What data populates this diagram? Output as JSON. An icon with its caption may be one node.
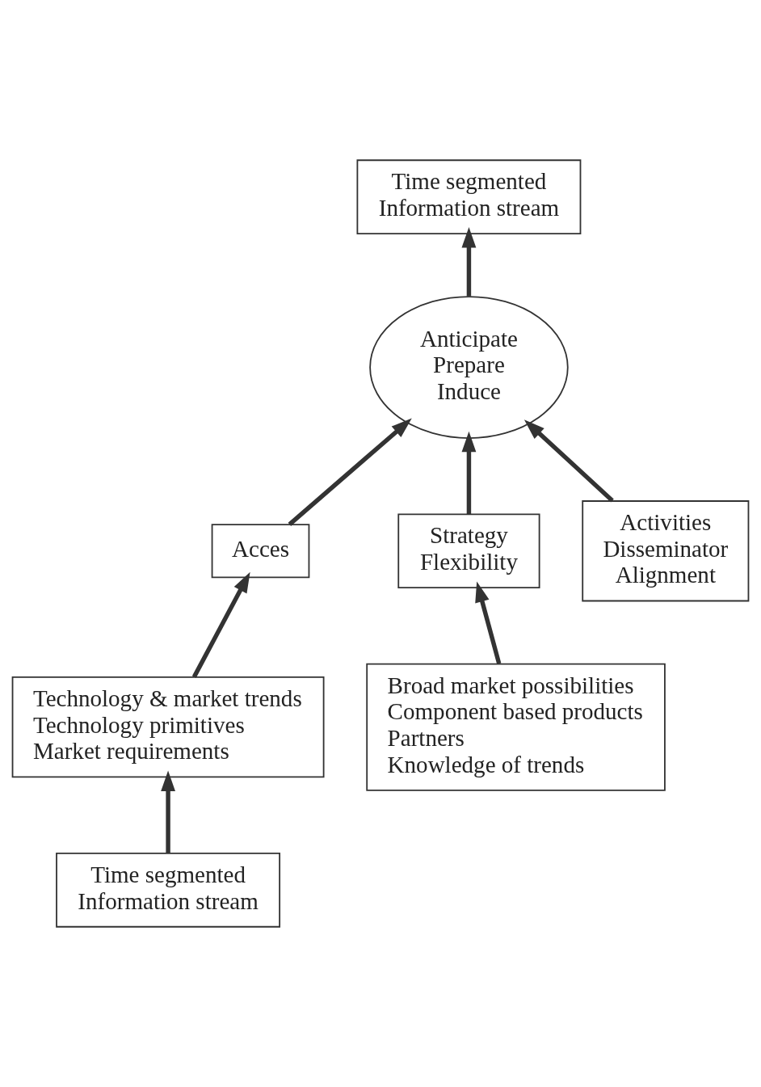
{
  "diagram": {
    "nodes": [
      {
        "text": [
          "Time segmented Information stream"
        ]
      },
      {
        "text": [
          "Anticipate",
          "Prepare",
          "Induce"
        ]
      },
      {
        "text": [
          "Acces"
        ]
      },
      {
        "text": [
          "Strategy",
          "Flexibility"
        ]
      },
      {
        "text": [
          "Activities",
          "Disseminator",
          "Alignment"
        ]
      },
      {
        "text": [
          "Technology & market trends",
          "Technology primitives",
          "Market requirements"
        ]
      },
      {
        "text": [
          "Broad market possibilities",
          "Component based products",
          "Partners",
          "Knowledge of trends"
        ]
      },
      {
        "text": [
          "Time segmented Information stream"
        ]
      }
    ],
    "edges": [
      {
        "from": 1,
        "to": 0,
        "arrow": "to"
      },
      {
        "from": 2,
        "to": 1,
        "arrow": "to"
      },
      {
        "from": 3,
        "to": 1,
        "arrow": "to"
      },
      {
        "from": 4,
        "to": 1,
        "arrow": "to"
      },
      {
        "from": 5,
        "to": 2,
        "arrow": "to"
      },
      {
        "from": 6,
        "to": 3,
        "arrow": "to"
      },
      {
        "from": 7,
        "to": 5,
        "arrow": "to"
      }
    ]
  }
}
